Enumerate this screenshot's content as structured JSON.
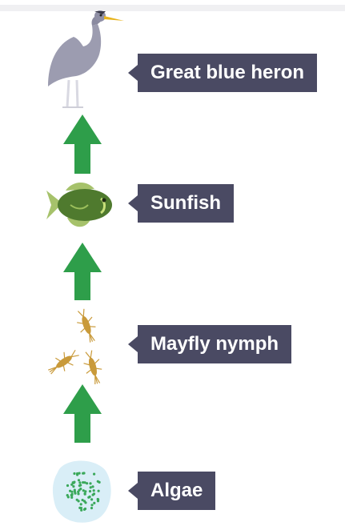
{
  "food_chain": {
    "levels": [
      {
        "label": "Great blue heron",
        "icon": "heron-icon"
      },
      {
        "label": "Sunfish",
        "icon": "sunfish-icon"
      },
      {
        "label": "Mayfly nymph",
        "icon": "mayfly-nymph-icon"
      },
      {
        "label": "Algae",
        "icon": "algae-icon"
      }
    ],
    "arrow_count": 3
  },
  "colors": {
    "label_background": "#4a4a63",
    "label_text": "#ffffff",
    "arrow": "#2e9e4a",
    "heron": "#9c9cb0",
    "heron_beak": "#e8b41e",
    "sunfish_body": "#4f7a2e",
    "sunfish_fins": "#a6c26b",
    "mayfly": "#c99a3a",
    "algae_water": "#d9eef7",
    "algae_cells": "#3aa85a",
    "top_bar": "#f0f0f2"
  }
}
